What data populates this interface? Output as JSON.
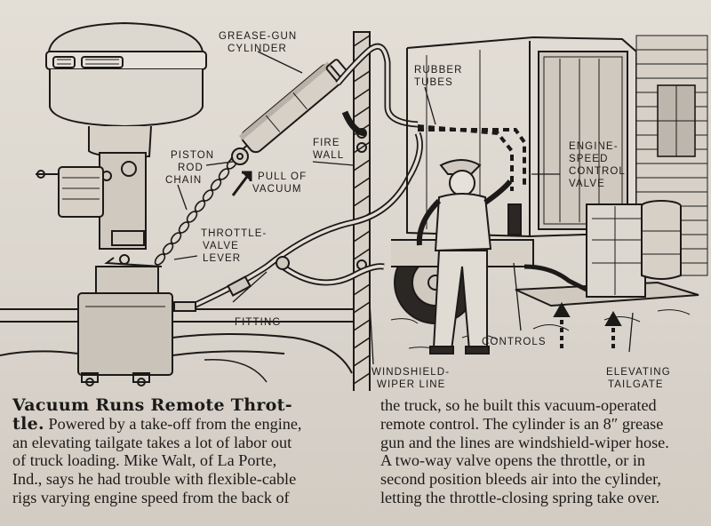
{
  "labels": {
    "grease_gun_cylinder": [
      "GREASE-GUN",
      "CYLINDER"
    ],
    "rubber_tubes": [
      "RUBBER",
      "TUBES"
    ],
    "piston_rod": [
      "PISTON",
      "ROD"
    ],
    "fire_wall": [
      "FIRE",
      "WALL"
    ],
    "pull_of_vacuum": [
      "PULL OF",
      "VACUUM"
    ],
    "chain": "CHAIN",
    "engine_speed_control_valve": [
      "ENGINE-",
      "SPEED",
      "CONTROL",
      "VALVE"
    ],
    "throttle_valve_lever": [
      "THROTTLE-",
      "VALVE",
      "LEVER"
    ],
    "fitting": "FITTING",
    "controls": "CONTROLS",
    "windshield_wiper_line": [
      "WINDSHIELD-",
      "WIPER LINE"
    ],
    "elevating_tailgate": [
      "ELEVATING",
      "TAILGATE"
    ]
  },
  "caption": {
    "headline_part1": "Vacuum Runs Remote Throt-",
    "headline_part2": "tle.",
    "left_lines": [
      " Powered by a take-off from the engine,",
      "an elevating tailgate takes a lot of labor out",
      "of truck loading. Mike Walt, of La Porte,",
      "Ind., says he had trouble with flexible-cable",
      "rigs varying engine speed from the back of"
    ],
    "right_lines": [
      "the truck, so he built this vacuum-operated",
      "remote control. The cylinder is an 8″ grease",
      "gun and the lines are windshield-wiper hose.",
      "A two-way valve opens the throttle, or in",
      "second position bleeds air into the cylinder,",
      "letting the throttle-closing spring take over."
    ]
  }
}
